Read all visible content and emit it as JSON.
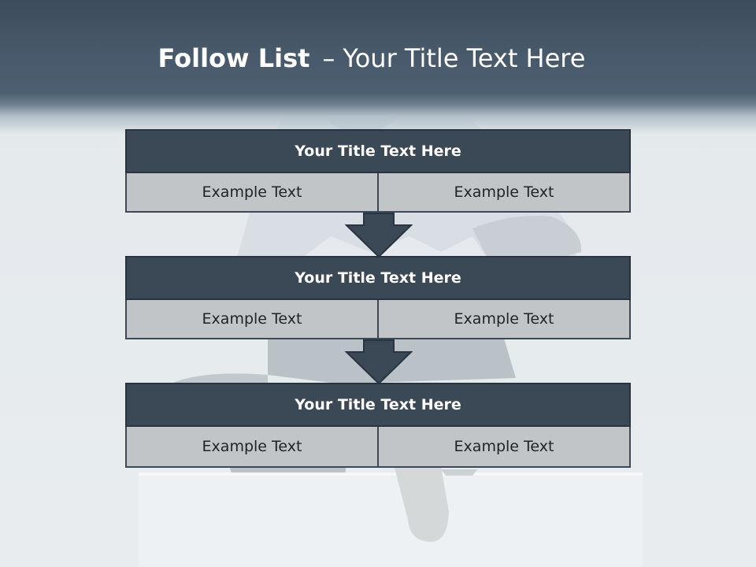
{
  "slide": {
    "title_bold": "Follow List",
    "title_separator": "–",
    "title_rest": "Your Title Text Here"
  },
  "steps": [
    {
      "title": "Your Title Text Here",
      "left_text": "Example Text",
      "right_text": "Example Text"
    },
    {
      "title": "Your Title Text Here",
      "left_text": "Example Text",
      "right_text": "Example Text"
    },
    {
      "title": "Your Title Text Here",
      "left_text": "Example Text",
      "right_text": "Example Text"
    }
  ],
  "colors": {
    "header_band": "#475869",
    "step_header": "#3b4856",
    "step_cell": "#c1c5c8",
    "arrow": "#3b4856"
  },
  "icons": [
    "down-arrow-icon"
  ]
}
